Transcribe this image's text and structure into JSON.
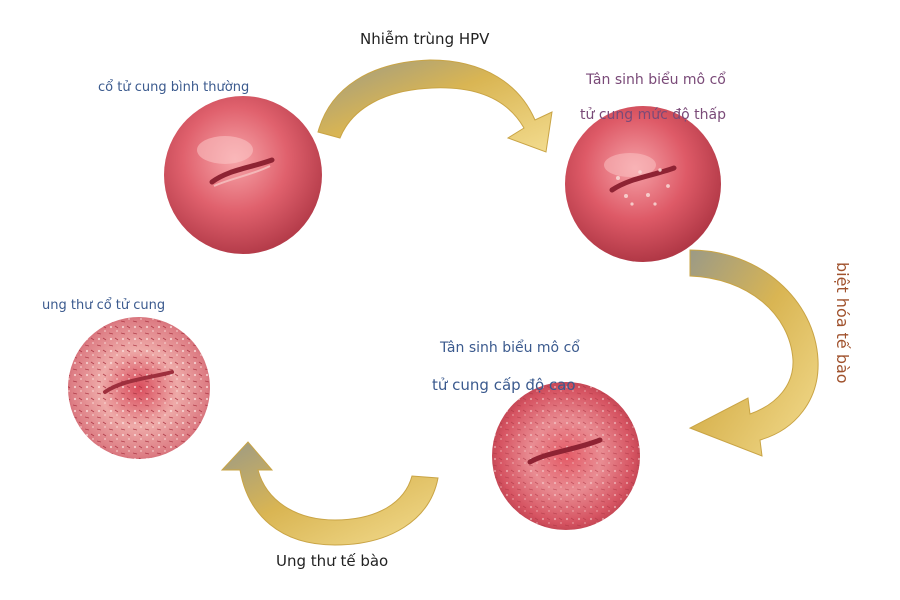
{
  "stages": {
    "normal": "cổ tử cung bình thường",
    "low_grade_line1": "Tân sinh biểu mô cổ",
    "low_grade_line2": "tử cung mức độ thấp",
    "high_grade_line1": "Tân sinh biểu mô cổ",
    "high_grade_line2": "tử cung cấp độ cao",
    "cancer": "ung thư cổ tử cung"
  },
  "transitions": {
    "hpv_infection": "Nhiễm trùng HPV",
    "cell_differentiation": "biệt hóa tế bào",
    "cell_cancer": "Ung thư tế bào"
  },
  "colors": {
    "arrow_gold": "#d9b553",
    "arrow_shade": "#8a8a74",
    "tissue_red": "#d85d6a",
    "tissue_dark": "#9e2f3d",
    "tissue_light": "#f3a6a8"
  }
}
